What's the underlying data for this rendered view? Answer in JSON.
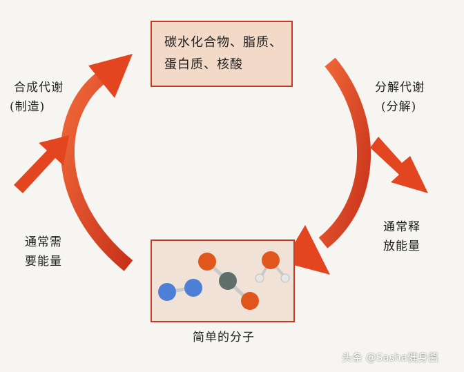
{
  "top_box": {
    "line1": "碳水化合物、脂质、",
    "line2": "蛋白质、核酸"
  },
  "bottom_box": {
    "caption": "简单的分子"
  },
  "left_labels": {
    "anabolism_line1": "合成代谢",
    "anabolism_line2": "(制造)",
    "energy_line1": "通常需",
    "energy_line2": "要能量"
  },
  "right_labels": {
    "catabolism_line1": "分解代谢",
    "catabolism_line2": "(分解)",
    "energy_line1": "通常释",
    "energy_line2": "放能量"
  },
  "watermark": "头条 @Sasha健身酱",
  "colors": {
    "arrow": "#e2451f",
    "box_border": "#c43a22",
    "box_fill": "#f3d9c8",
    "atom_orange": "#e0561c",
    "atom_blue": "#4d7fd6",
    "atom_gray": "#5f6f6a"
  }
}
